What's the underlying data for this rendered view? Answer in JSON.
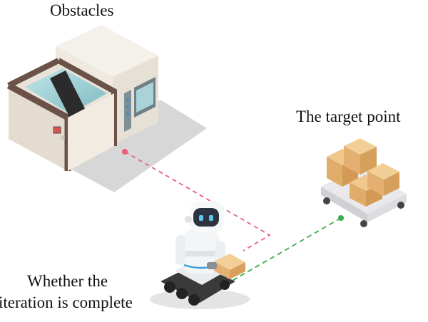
{
  "labels": {
    "obstacles": "Obstacles",
    "target_point": "The target point",
    "whether_line1": "Whether the",
    "whether_line2": "iteration is complete"
  },
  "icons": {
    "obstacle": "industrial-machine-icon",
    "target": "cart-with-boxes-icon",
    "agent": "robot-carrying-box-icon"
  },
  "colors": {
    "obstacle_link": "#e8607a",
    "target_link": "#3aaa4a",
    "obstacle_dot": "#e8607a",
    "target_dot": "#3aaa4a"
  }
}
